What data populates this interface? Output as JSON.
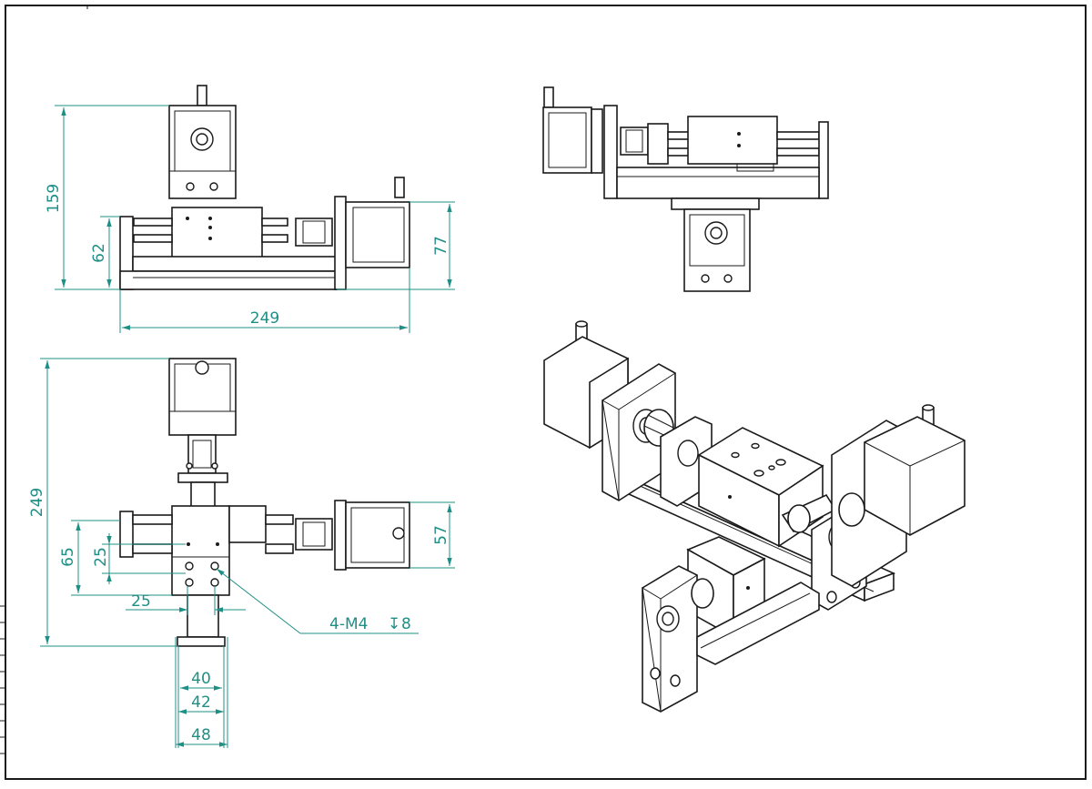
{
  "drawing": {
    "views": [
      "front-view",
      "top-view",
      "side-view",
      "isometric-view"
    ],
    "front_view": {
      "dims": {
        "overall_height": "159",
        "base_height": "62",
        "motor_height": "77",
        "overall_length": "249"
      }
    },
    "top_view": {
      "dims": {
        "overall_length": "249",
        "carriage_hole_span": "65",
        "hole_pitch_y": "25",
        "hole_pitch_x": "25",
        "motor_width": "57",
        "rail_width_40": "40",
        "rail_width_42": "42",
        "rail_width_48": "48"
      },
      "callout": {
        "thread": "4-M4",
        "depth_symbol": "↧",
        "depth": "8"
      }
    }
  }
}
